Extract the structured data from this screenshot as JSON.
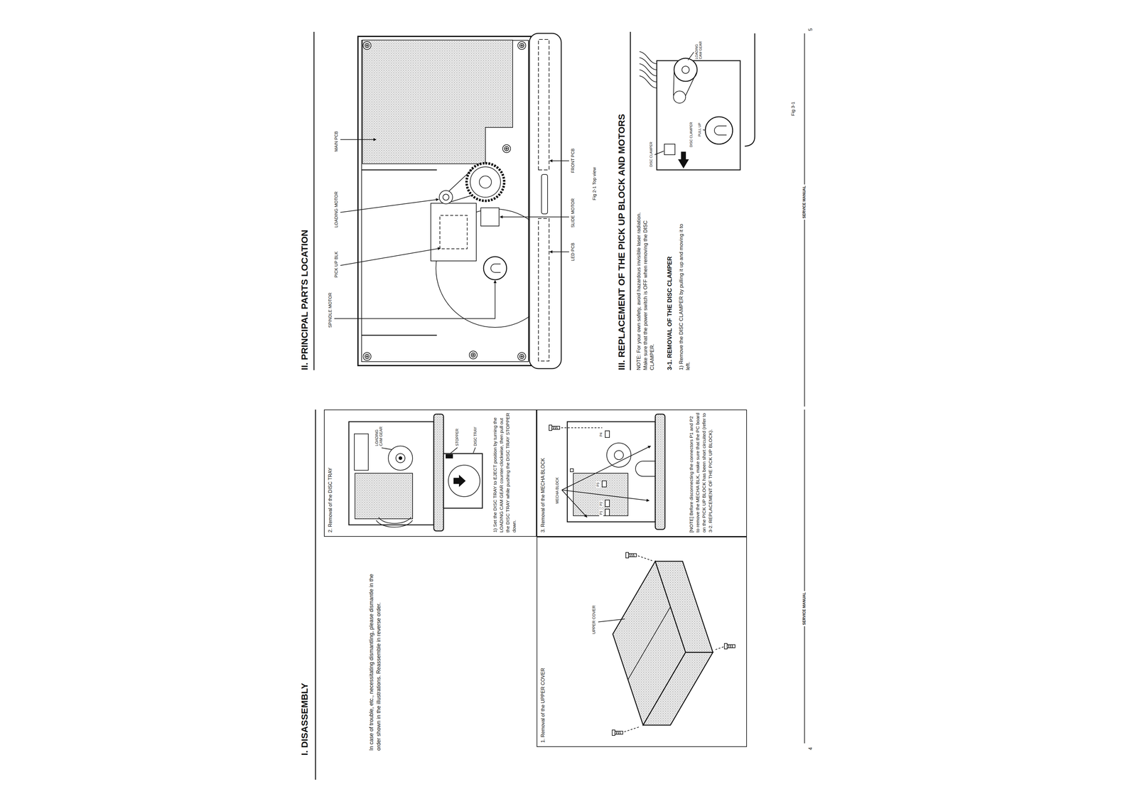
{
  "diagram": {
    "nodes": [
      {
        "text": [
          "1. Removal of the UPPER COVER"
        ]
      },
      {
        "text": [
          "2. Removal of the DISC TRAY",
          "1) Set the DISC TRAY to EJECT position by turning the LOADING CAM GEAR counter-clockwise, then pull out the DISC TRAY while pushing the DISC TRAY STOPPER down."
        ]
      },
      {
        "text": [
          "3. Removal of the MECHA BLOCK",
          "[NOTE] Before disconnecting the connectors P1 and P2 to remove the MECHA BLK, make sure that the PC board on the PICK UP BLOCK has been short circuited (refer to 3-2. REPLACEMENT OF THE PICK UP BLOCK)."
        ]
      }
    ],
    "labels": [
      "I. DISASSEMBLY",
      "In case of trouble, etc., necessitating dismantling, please dismantle in the order shown in the illustrations. Reassemble in reverse order.",
      "LOADING CAM GEAR",
      "STOPPER",
      "DISC TRAY",
      "UPPER COVER",
      "MECHA BLOCK",
      "P1",
      "P2",
      "P3",
      "P4",
      "4",
      "SERVICE MANUAL",
      "II. PRINCIPAL PARTS LOCATION",
      "SPINDLE MOTOR",
      "PICK UP BLK",
      "LOADING MOTOR",
      "MAIN PCB",
      "LED PCB",
      "SLIDE MOTOR",
      "FRONT PCB",
      "Fig 2-1 Top view",
      "III. REPLACEMENT OF THE PICK UP BLOCK AND MOTORS",
      "NOTE: For your own safety, avoid hazardous invisible laser radiation. Make sure that the power switch is OFF when removing the DISC CLAMPER.",
      "3-1. REMOVAL OF THE DISC CLAMPER",
      "1) Remove the DISC CLAMPER by pulling it up and moving it to left.",
      "DISC CLAMPER",
      "DISC CLAMPER",
      "PULL UP",
      "LOADING CAM GEAR",
      "Fig 3-1",
      "SERVICE MANUAL",
      "5"
    ]
  }
}
